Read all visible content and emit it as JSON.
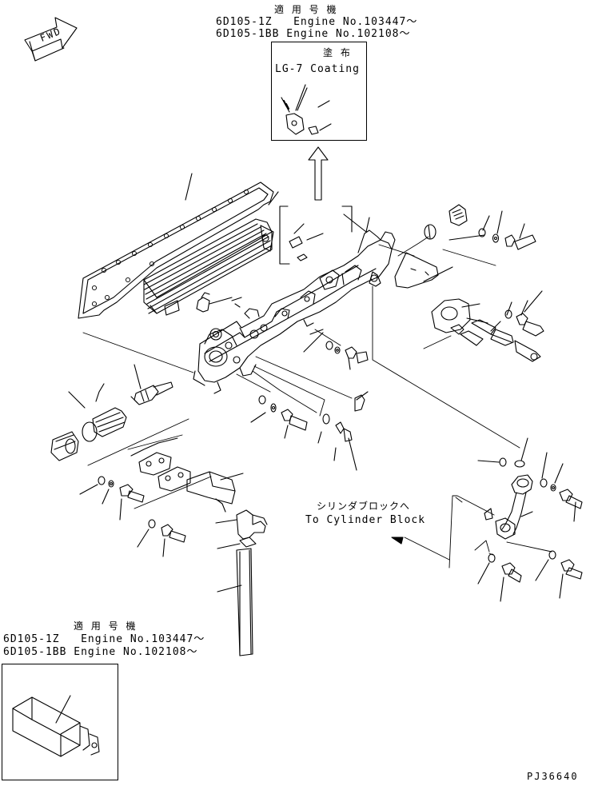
{
  "fwd_label": "FWD",
  "top_note": {
    "heading": "適 用 号 機",
    "line1": "6D105-1Z   Engine No.103447～",
    "line2": "6D105-1BB Engine No.102108～"
  },
  "coating_box": {
    "title_jp": "塗 布",
    "title_en": "LG-7 Coating"
  },
  "cylinder_block": {
    "jp": "シリンダブロックへ",
    "en": "To Cylinder Block"
  },
  "bottom_note": {
    "heading": "適 用 号 機",
    "line1": "6D105-1Z   Engine No.103447～",
    "line2": "6D105-1BB Engine No.102108～"
  },
  "drawing_code": "PJ36640"
}
